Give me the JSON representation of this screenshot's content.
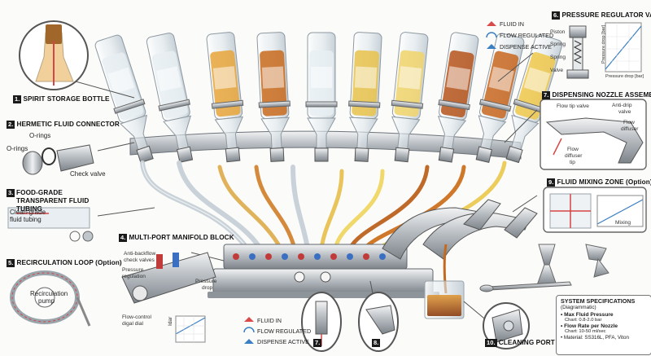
{
  "titles": {
    "t1": {
      "num": "1.",
      "text": "SPIRIT STORAGE BOTTLE"
    },
    "t2": {
      "num": "2.",
      "text": "HERMETIC FLUID CONNECTOR"
    },
    "t3": {
      "num": "3.",
      "text": "FOOD-GRADE TRANSPARENT FLUID TUBING"
    },
    "t4": {
      "num": "4.",
      "text": "MULTI-PORT MANIFOLD BLOCK"
    },
    "t5": {
      "num": "5.",
      "text": "RECIRCULATION LOOP (Option)"
    },
    "t6": {
      "num": "6.",
      "text": "PRESSURE REGULATOR VALVE"
    },
    "t7": {
      "num": "7.",
      "text": "DISPENSING NOZZLE ASSEMBLY"
    },
    "t9": {
      "num": "9.",
      "text": "FLUID MIXING ZONE (Option)"
    },
    "t10": {
      "num": "10.",
      "text": "CLEANING PORT"
    }
  },
  "labels": {
    "o_rings_1": "O-rings",
    "o_rings_2": "O-rings",
    "check_valve": "Check valve",
    "clean_grade": "Clean-grade",
    "fluid_tubing": "fluid tubing",
    "recirculation": "Recirculation",
    "pump": "pump",
    "anti_backflow": "Anti-backflow",
    "check_valves": "check valves",
    "pressure_reg_1": "Pressure",
    "pressure_reg_2": "regulation",
    "flow_control_1": "Flow-control",
    "flow_control_2": "digal dial",
    "pressure_drop_1": "Pressure",
    "pressure_drop_2": "drop",
    "piston": "Piston",
    "spring_1": "Spring",
    "spring_2": "Spring",
    "valve": "Valve",
    "reg_axis_x": "Pressure drop [bar]",
    "reg_axis_y": "Pressure drop [bar]",
    "flow_tip_valve": "Flow tip valve",
    "anti_drip_1": "Anti-drip",
    "anti_drip_2": "valve",
    "flow_diffuser_1": "Flow",
    "flow_diffuser_2": "diffuser",
    "flow_diffuser_tip_1": "Flow",
    "flow_diffuser_tip_2": "diffuser",
    "flow_diffuser_tip_3": "tip",
    "mixing": "Mixing",
    "idar": "Idar",
    "marker_7": "7.",
    "marker_8": "8."
  },
  "legend_top": [
    {
      "text": "FLUID IN",
      "color": "#d94a4a"
    },
    {
      "text": "FLOW REGULATED",
      "color": "#3a7fc4"
    },
    {
      "text": "DISPENSE ACTIVE",
      "color": "#3a7fc4"
    }
  ],
  "legend_bottom": [
    {
      "text": "FLUID IN",
      "color": "#d94a4a"
    },
    {
      "text": "FLOW REGULATED",
      "color": "#3a7fc4"
    },
    {
      "text": "DISPENSE ACTIVE",
      "color": "#3a7fc4"
    }
  ],
  "specs": {
    "heading_1": "SYSTEM SPECIFICATIONS",
    "heading_2": "(Diagrammatic)",
    "item1_label": "• Max Fluid Pressure",
    "item1_value": "Chart: 0.8-2.0 bar",
    "item2_label": "• Flow Rate per Nozzle",
    "item2_value": "Chart: 10-50 ml/sec",
    "item3": "• Material: SS316L, PFA, Viton"
  },
  "bottles": [
    {
      "liquid": "#e8eef2"
    },
    {
      "liquid": "#e8eef2"
    },
    {
      "liquid": "#e7a53a"
    },
    {
      "liquid": "#c86a1c"
    },
    {
      "liquid": "#e8eef2"
    },
    {
      "liquid": "#e7c24a"
    },
    {
      "liquid": "#f0d36a"
    },
    {
      "liquid": "#b6541b"
    },
    {
      "liquid": "#c8661e"
    },
    {
      "liquid": "#efc84a"
    }
  ]
}
